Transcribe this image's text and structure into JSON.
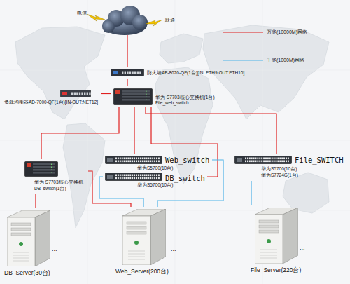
{
  "diagram": {
    "nodes": [
      {
        "text": [
          "防火墙AF-8020-QF(1台)[IN: ETH9 OUT:ETH10]"
        ]
      },
      {
        "text": [
          "负载均衡器AD-7000-QF(1台)[IN-OUT:NET12]"
        ]
      },
      {
        "text": [
          "华为 S7703核心交换机(1台)",
          "File_web_switch"
        ]
      },
      {
        "text": [
          "华为 S7703核心交换机 DB_switch(1台)"
        ]
      },
      {
        "text": [
          "Web_switch",
          "华为S5700(10台)"
        ]
      },
      {
        "text": [
          "DB_switch",
          "华为S5700(10台)"
        ]
      },
      {
        "text": [
          "File_SWITCH",
          "华为S5700(10台) 华为S7724G(1台)"
        ]
      },
      {
        "text": [
          "DB_Server(30台)"
        ]
      },
      {
        "text": [
          "Web_Server(200台)"
        ]
      },
      {
        "text": [
          "File_Server(220台)"
        ]
      }
    ],
    "edges": [
      {
        "from": 0,
        "to": 2,
        "arrow": "none"
      },
      {
        "from": 1,
        "to": 2,
        "arrow": "none"
      },
      {
        "from": 2,
        "to": 3,
        "arrow": "none"
      },
      {
        "from": 2,
        "to": 4,
        "arrow": "none"
      },
      {
        "from": 2,
        "to": 5,
        "arrow": "none"
      },
      {
        "from": 2,
        "to": 6,
        "arrow": "none"
      },
      {
        "from": 3,
        "to": 7,
        "arrow": "none"
      },
      {
        "from": 3,
        "to": 8,
        "arrow": "none"
      },
      {
        "from": 4,
        "to": 8,
        "arrow": "none"
      },
      {
        "from": 5,
        "to": 8,
        "arrow": "none"
      },
      {
        "from": 6,
        "to": 9,
        "arrow": "none"
      }
    ],
    "labels": [
      "电信",
      "联通",
      "...",
      "...",
      "..."
    ],
    "legend": [
      {
        "text": "万兆(10000M)网络"
      },
      {
        "text": "千兆(1000M)网络"
      }
    ]
  }
}
